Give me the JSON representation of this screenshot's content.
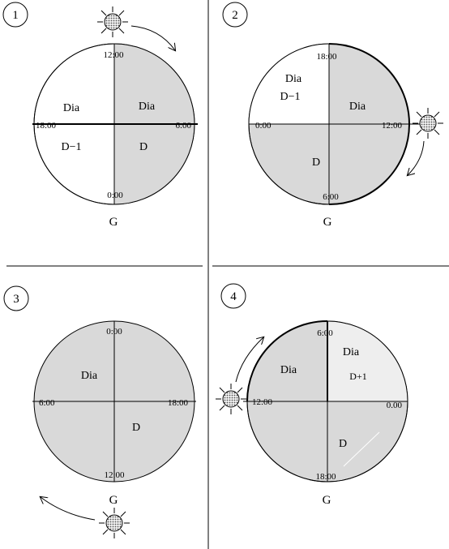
{
  "colors": {
    "background": "#ffffff",
    "shade": "#d9d9d9",
    "light_shade": "#eeeeee",
    "line": "#000000"
  },
  "panels": [
    {
      "number": "1",
      "labels": {
        "top": "12:00",
        "left": "18:00",
        "right": "6:00",
        "bottom": "0:00"
      },
      "words": {
        "ul": "Dia",
        "ur": "Dia",
        "ll": "D−1",
        "lr": "D"
      },
      "ground": "G",
      "sun_icon": "sun-icon"
    },
    {
      "number": "2",
      "labels": {
        "top": "18:00",
        "left": "0:00",
        "right": "12:00",
        "bottom": "6:00"
      },
      "words": {
        "ul1": "Dia",
        "ul2": "D−1",
        "ur": "Dia",
        "ll": "D"
      },
      "ground": "G",
      "sun_icon": "sun-icon"
    },
    {
      "number": "3",
      "labels": {
        "top": "0:00",
        "left": "6:00",
        "right": "18:00",
        "bottom": "12:00"
      },
      "words": {
        "ul": "Dia",
        "lr": "D"
      },
      "ground": "G",
      "sun_icon": "sun-icon"
    },
    {
      "number": "4",
      "labels": {
        "top": "6:00",
        "left": "12:00",
        "right": "0.00",
        "bottom": "18:00"
      },
      "words": {
        "ul": "Dia",
        "ur1": "Dia",
        "ur2": "D+1",
        "lr": "D"
      },
      "ground": "G",
      "sun_icon": "sun-icon"
    }
  ]
}
